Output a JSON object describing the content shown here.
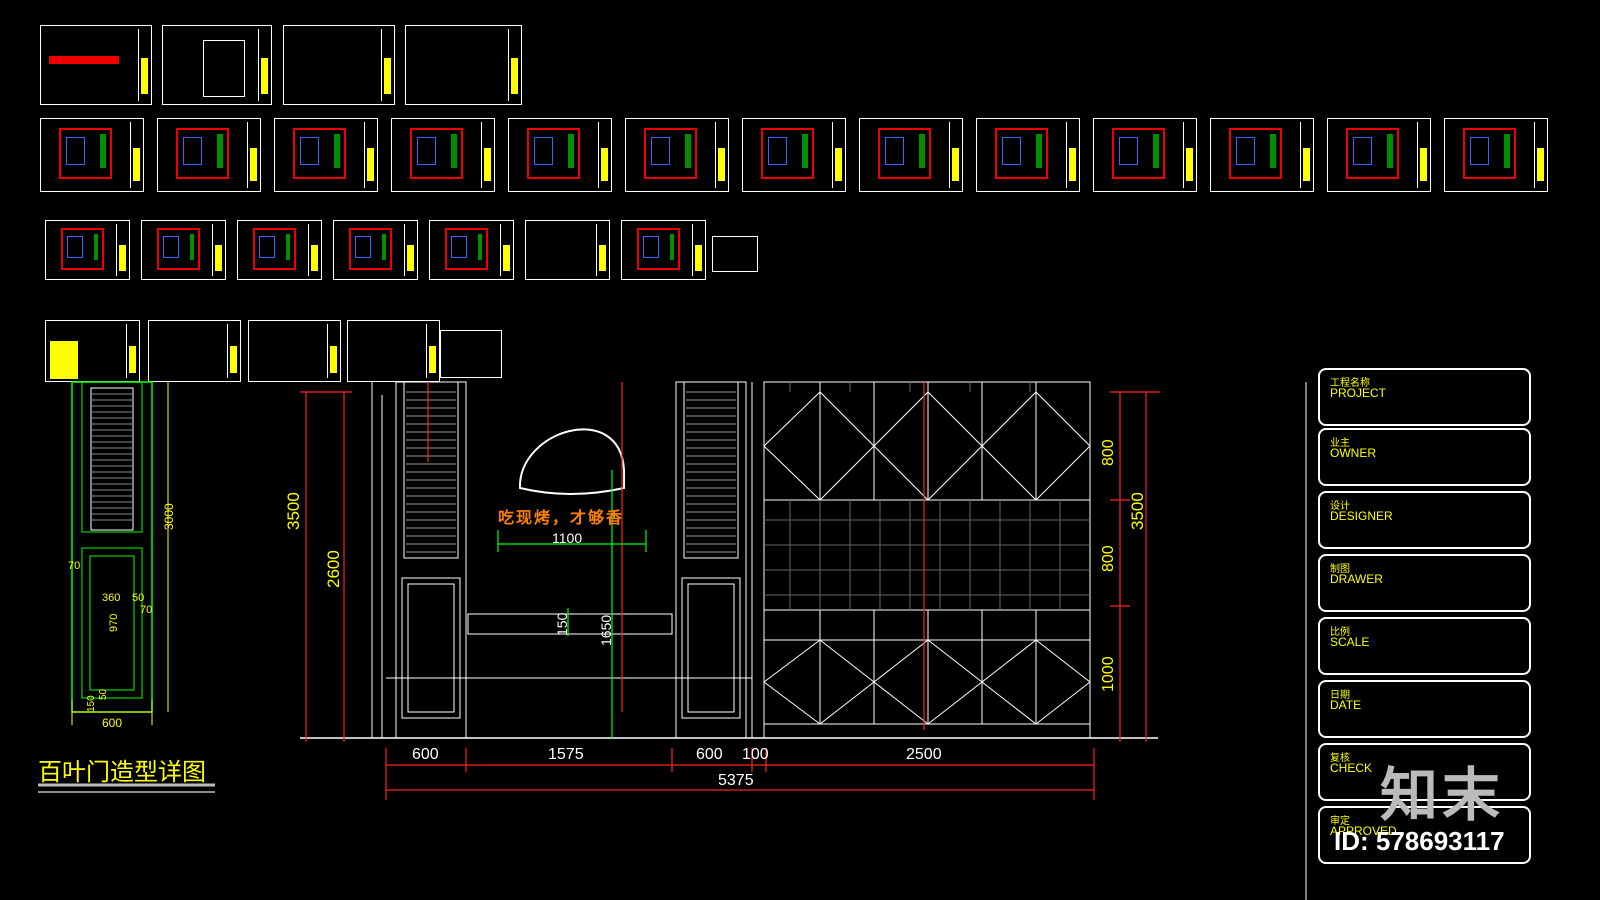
{
  "detail": {
    "title": "百叶门造型详图",
    "dims": {
      "d3000": "3000",
      "d600": "600",
      "d360": "360",
      "d970": "970",
      "d70a": "70",
      "d70b": "70",
      "d50a": "50",
      "d50b": "50",
      "d150": "150"
    }
  },
  "elevation": {
    "slogan": "吃现烤，才够香",
    "dims_horizontal": [
      "600",
      "1575",
      "600",
      "100",
      "2500"
    ],
    "total_width": "5375",
    "dim_1100": "1100",
    "dim_150": "150",
    "dim_1650": "1650",
    "dim_3500_left": "3500",
    "dim_2600": "2600",
    "dim_800_top": "800",
    "dim_800_mid": "800",
    "dim_1000": "1000",
    "dim_3500_right": "3500"
  },
  "title_block": [
    {
      "cn": "工程名称",
      "en": "PROJECT"
    },
    {
      "cn": "业主",
      "en": "OWNER"
    },
    {
      "cn": "设计",
      "en": "DESIGNER"
    },
    {
      "cn": "制图",
      "en": "DRAWER"
    },
    {
      "cn": "比例",
      "en": "SCALE"
    },
    {
      "cn": "日期",
      "en": "DATE"
    },
    {
      "cn": "复核",
      "en": "CHECK"
    },
    {
      "cn": "审定",
      "en": "APPROVED"
    }
  ],
  "watermark": {
    "brand": "知末",
    "id": "ID: 578693117"
  },
  "colors": {
    "background": "#000000",
    "dimension": "#ff2020",
    "highlight": "#ffff00",
    "line": "#ffffff",
    "accent_green": "#00ff00",
    "slogan": "#ff8000"
  }
}
